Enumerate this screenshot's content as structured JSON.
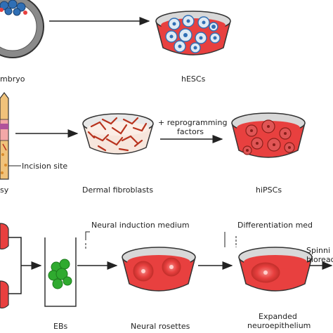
{
  "labels": {
    "embryo": "mbryo",
    "hescs": "hESCs",
    "incision_site": "Incision site",
    "biopsy": "sy",
    "dermal_fibroblasts": "Dermal fibroblasts",
    "reprogramming_line1": "+ reprogramming",
    "reprogramming_line2": "factors",
    "hipscs": "hiPSCs",
    "neural_induction_medium": "Neural induction medium",
    "differentiation_medium": "Differentiation med",
    "spinning_line1": "Spinni",
    "spinning_line2": "bioread",
    "ebs": "EBs",
    "neural_rosettes": "Neural rosettes",
    "expanded_line1": "Expanded",
    "expanded_line2": "neuroepithelium"
  },
  "colors": {
    "dish_rim": "#d8d8d8",
    "dish_outline": "#333333",
    "media_red": "#e8403f",
    "media_dark": "#c4302c",
    "stem_cell_fill": "#dfeaf4",
    "stem_cell_nucleus": "#2f6fb5",
    "fibroblast": "#b8331e",
    "eb_green": "#2faa2f",
    "skin_tan": "#f0c27a",
    "skin_pink": "#f3a7a7"
  }
}
